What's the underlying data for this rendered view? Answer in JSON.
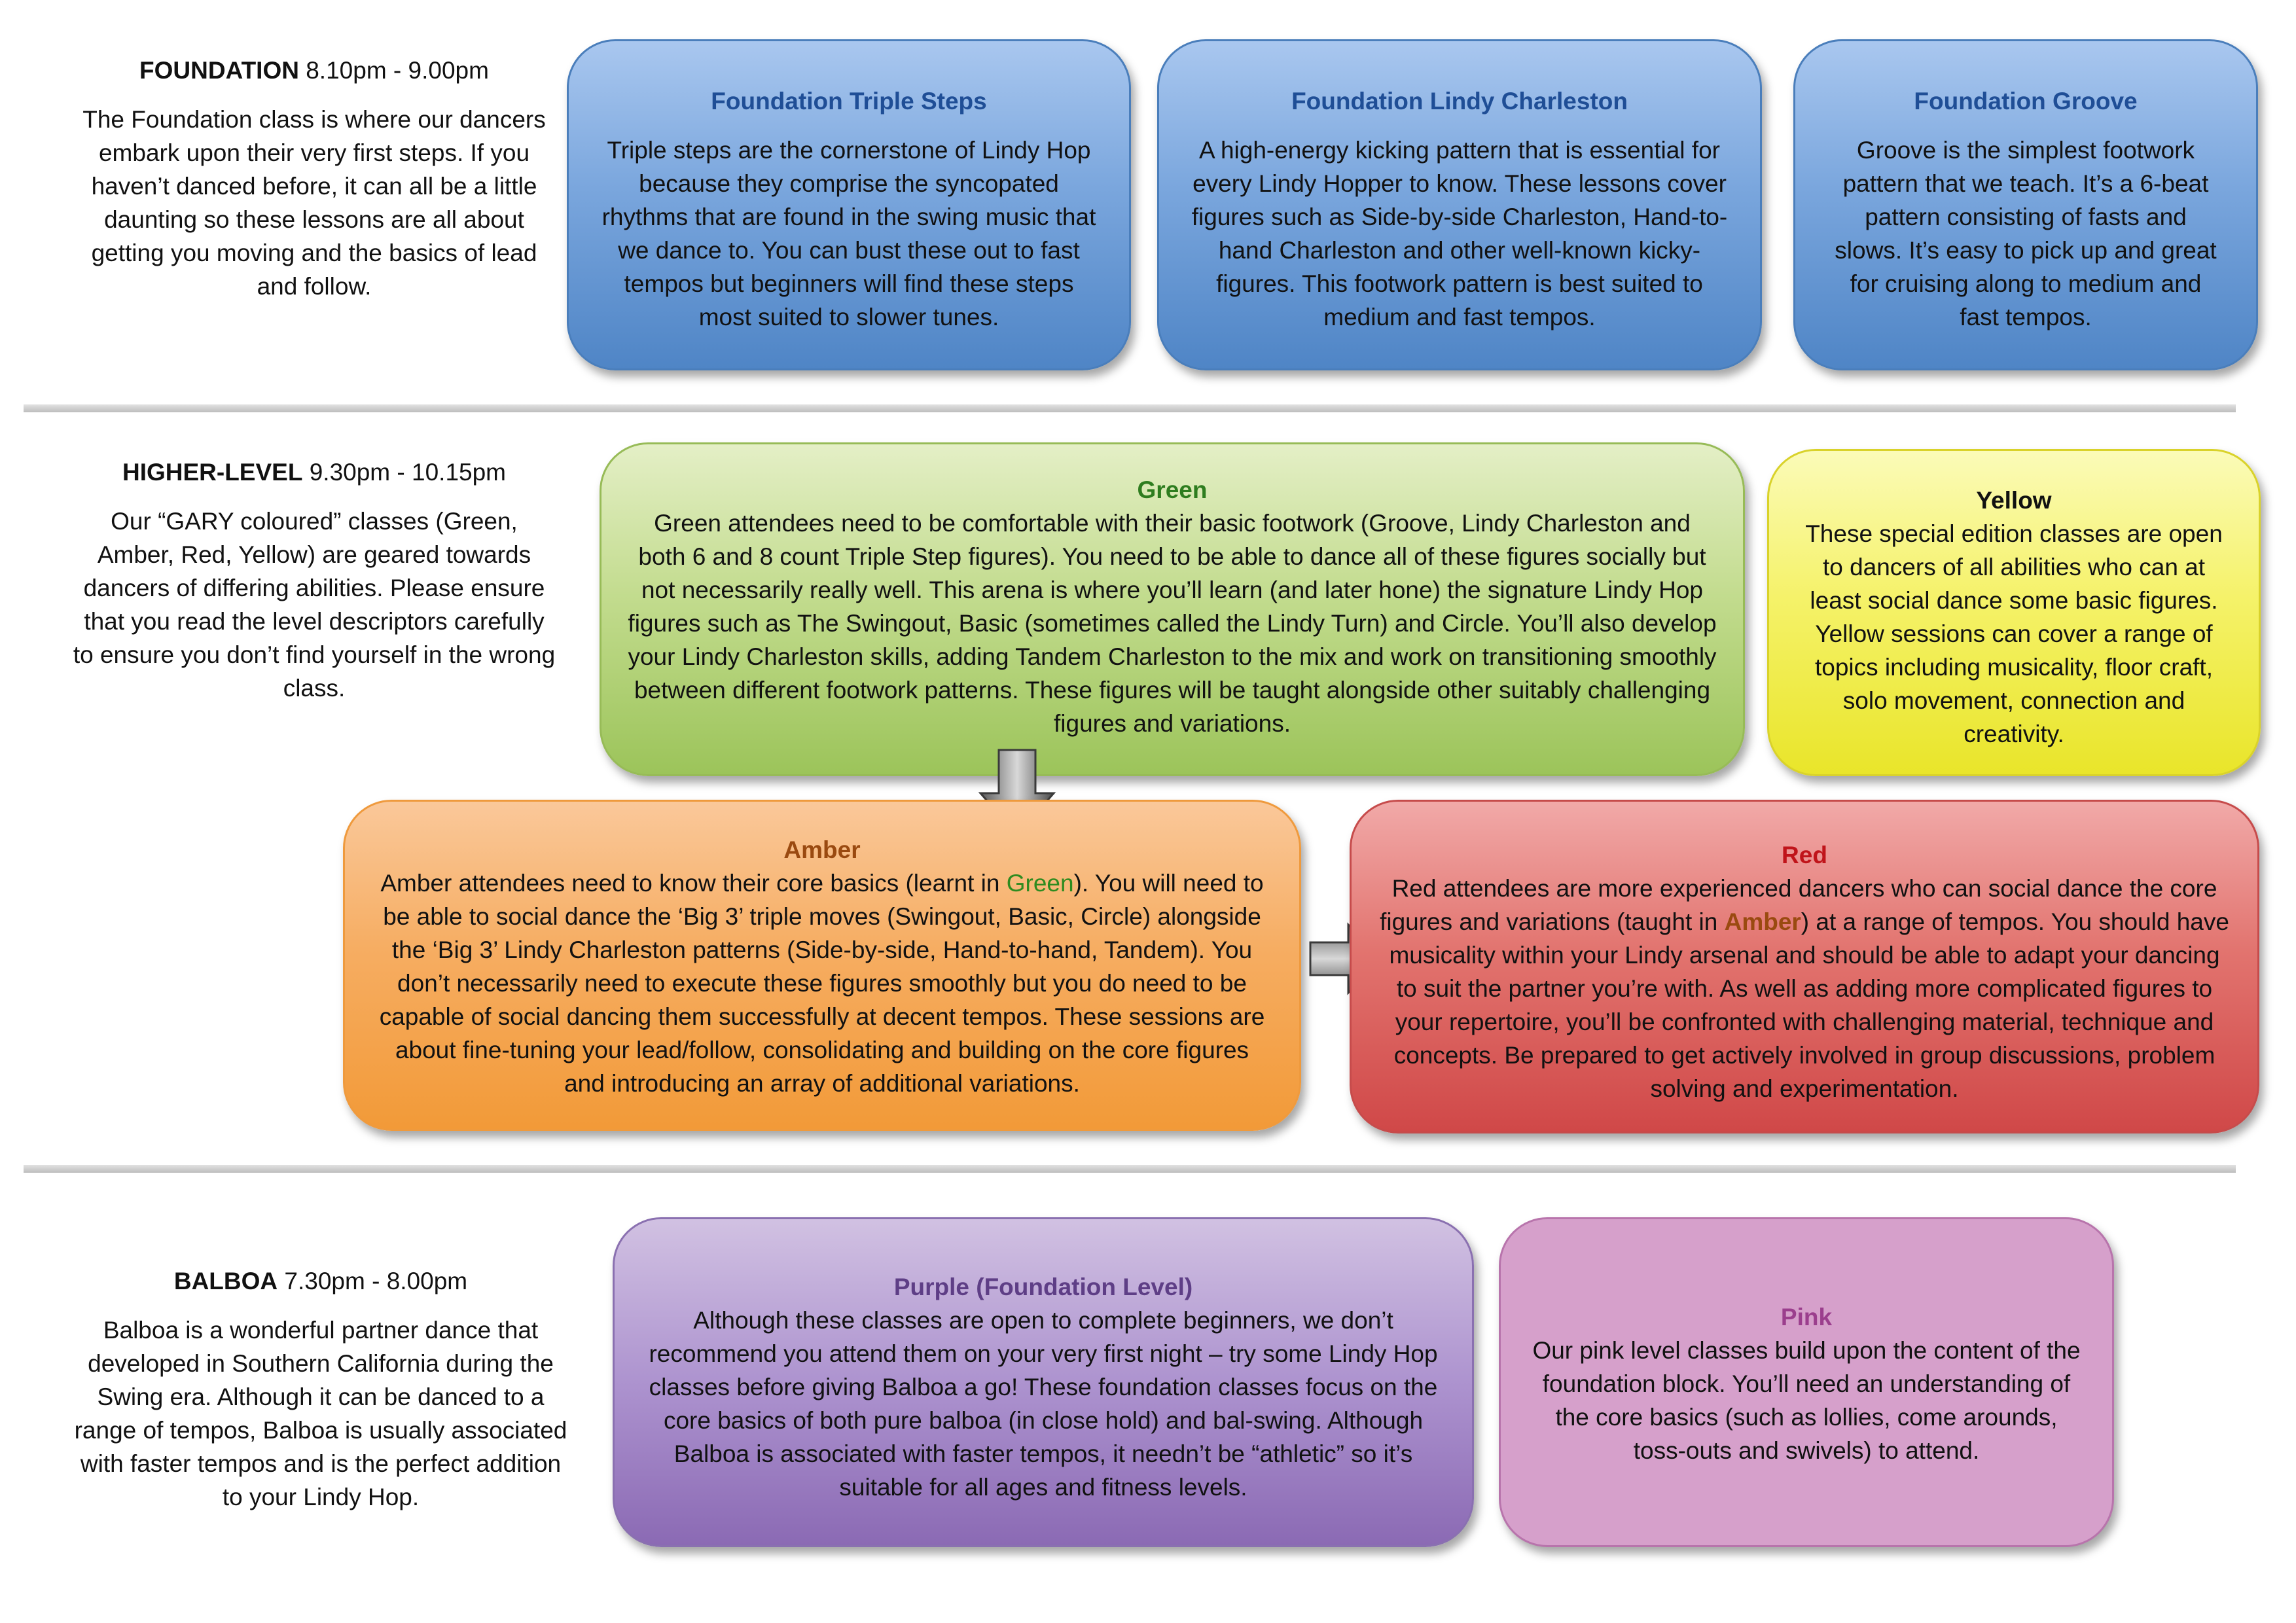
{
  "foundation": {
    "heading": "FOUNDATION",
    "time": "8.10pm - 9.00pm",
    "description": "The Foundation class is where our dancers embark upon their very first steps. If you haven’t danced before, it can all be a little daunting so these lessons are all about getting you moving and the basics of lead and follow.",
    "cards": [
      {
        "title": "Foundation Triple Steps",
        "text": "Triple steps are the cornerstone of Lindy Hop because they comprise the syncopated rhythms that are found in the swing music that we dance to. You can bust these out to fast tempos but beginners will find these steps most suited to slower tunes."
      },
      {
        "title": "Foundation Lindy Charleston",
        "text": "A high-energy kicking pattern that is essential for every Lindy Hopper to know. These lessons cover figures such as Side-by-side Charleston, Hand-to-hand Charleston and other well-known kicky-figures. This footwork pattern is best suited to medium and fast tempos."
      },
      {
        "title": "Foundation Groove",
        "text": "Groove is the simplest footwork pattern that we teach. It’s a 6-beat pattern consisting of fasts and slows. It’s easy to pick up and great for cruising along to medium and fast tempos."
      }
    ]
  },
  "higher_level": {
    "heading": "HIGHER-LEVEL",
    "time": "9.30pm - 10.15pm",
    "description": "Our “GARY coloured” classes (Green, Amber, Red, Yellow) are geared towards dancers of differing abilities. Please ensure that you read the level descriptors carefully to ensure you don’t find yourself in the wrong class.",
    "green": {
      "title": "Green",
      "text": "Green attendees need to be comfortable with their basic footwork (Groove, Lindy Charleston and both 6 and 8 count Triple Step figures). You need to be able to dance all of these figures socially but not necessarily really well. This arena is where you’ll learn (and later hone) the signature Lindy Hop figures such as The Swingout, Basic (sometimes called the Lindy Turn) and Circle. You’ll also develop your Lindy Charleston skills, adding Tandem Charleston to the mix and work on transitioning smoothly between different footwork patterns. These figures will be taught alongside other suitably challenging figures and variations."
    },
    "yellow": {
      "title": "Yellow",
      "text": "These special edition classes are open to dancers of all abilities who can at least social dance some basic figures. Yellow sessions can cover a range of topics including musicality, floor craft, solo movement, connection and creativity."
    },
    "amber": {
      "title": "Amber",
      "text_before": "Amber attendees need to know their core basics (learnt in ",
      "highlight": "Green",
      "text_after": "). You will need to be able to social dance the ‘Big 3’ triple moves (Swingout, Basic, Circle) alongside the ‘Big 3’ Lindy Charleston patterns (Side-by-side, Hand-to-hand, Tandem). You don’t necessarily need to execute these figures smoothly but you do need to be capable of social dancing them successfully at decent tempos. These sessions are about fine-tuning your lead/follow, consolidating and building on the core figures and introducing an array of additional variations."
    },
    "red": {
      "title": "Red",
      "text_before": "Red attendees are more experienced dancers who can social dance the core figures and variations (taught in ",
      "highlight": "Amber",
      "text_after": ") at a range of tempos. You should have musicality within your Lindy arsenal and should be able to adapt your dancing to suit the partner you’re with. As well as adding more complicated figures to your repertoire, you’ll be confronted with challenging material, technique and concepts. Be prepared to get actively involved in group discussions, problem solving and experimentation."
    }
  },
  "balboa": {
    "heading": "BALBOA",
    "time": "7.30pm - 8.00pm",
    "description": "Balboa is a wonderful partner dance that developed in Southern California during the Swing era. Although it can be danced to a range of tempos, Balboa is usually associated with faster tempos and is the perfect addition to your Lindy Hop.",
    "purple": {
      "title": "Purple (Foundation Level)",
      "text": "Although these classes are open to complete beginners, we don’t recommend you attend them on your very first night – try some Lindy Hop classes before giving Balboa a go! These foundation classes focus on the core basics of both pure balboa (in close hold) and bal-swing. Although Balboa is associated with faster tempos, it needn’t be “athletic” so it’s suitable for all ages and fitness levels."
    },
    "pink": {
      "title": "Pink",
      "text": "Our pink level classes build upon the content of the foundation block. You’ll need an understanding of the core basics (such as lollies, come arounds, toss-outs and swivels) to attend."
    }
  },
  "colors": {
    "blue": "#5b8fd0",
    "green": "#9cc45a",
    "yellow": "#e9e52a",
    "amber": "#f29a38",
    "red": "#d04848",
    "purple": "#8b6ab4",
    "pink": "#d6a0cb"
  },
  "icons": [
    "arrow-down-icon",
    "arrow-right-icon"
  ]
}
